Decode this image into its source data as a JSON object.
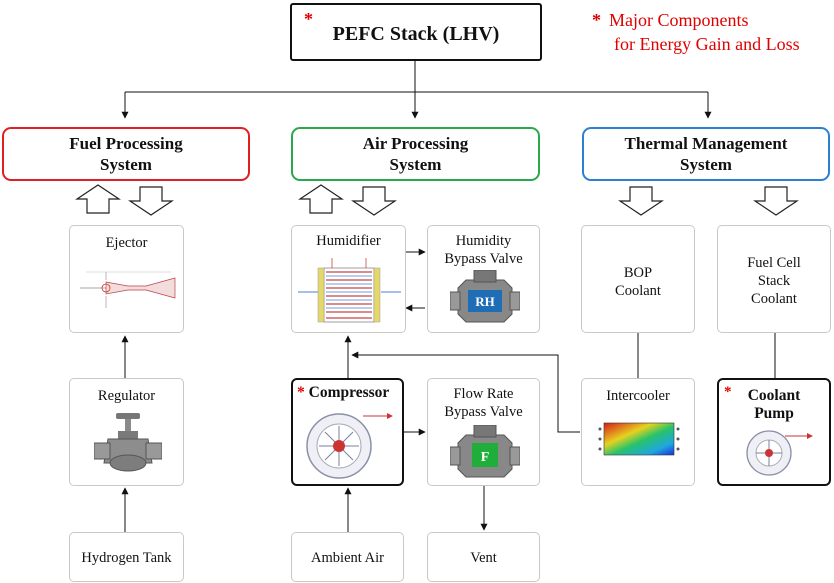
{
  "top": {
    "marker": "*",
    "title": "PEFC Stack (LHV)"
  },
  "legend": {
    "marker": "*",
    "line1": "Major Components",
    "line2": "for Energy Gain and Loss"
  },
  "systems": {
    "fuel": {
      "line1": "Fuel Processing",
      "line2": "System",
      "color": "#e02020"
    },
    "air": {
      "line1": "Air Processing",
      "line2": "System",
      "color": "#2aa84a"
    },
    "thermal": {
      "line1": "Thermal Management",
      "line2": "System",
      "color": "#2f7fd0"
    }
  },
  "components": {
    "ejector": "Ejector",
    "regulator": "Regulator",
    "hydrogen_tank": "Hydrogen Tank",
    "humidifier": "Humidifier",
    "humidity_bypass": {
      "line1": "Humidity",
      "line2": "Bypass Valve",
      "valve_letter": "RH"
    },
    "compressor": {
      "marker": "*",
      "label": "Compressor"
    },
    "flow_bypass": {
      "line1": "Flow Rate",
      "line2": "Bypass Valve",
      "valve_letter": "F"
    },
    "ambient_air": "Ambient Air",
    "vent": "Vent",
    "bop_coolant": {
      "line1": "BOP",
      "line2": "Coolant"
    },
    "stack_coolant": {
      "line1": "Fuel Cell",
      "line2": "Stack",
      "line3": "Coolant"
    },
    "intercooler": "Intercooler",
    "coolant_pump": {
      "marker": "*",
      "line1": "Coolant",
      "line2": "Pump"
    }
  },
  "icons": [
    "ejector-schematic",
    "humidifier-schematic",
    "valve-icon",
    "compressor-icon",
    "gate-valve-icon",
    "intercooler-heatmap",
    "pump-icon",
    "hollow-arrow-up",
    "hollow-arrow-down"
  ]
}
